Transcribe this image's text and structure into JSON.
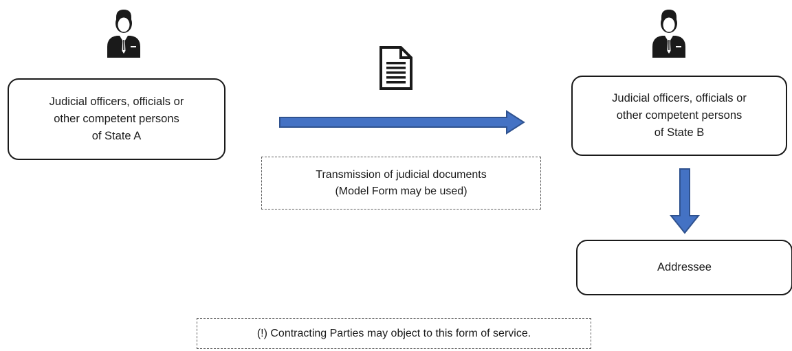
{
  "nodes": {
    "sender": {
      "label": "Judicial officers, officials or\nother competent persons\nof State A"
    },
    "receiver": {
      "label": "Judicial officers, officials or\nother competent persons\nof State B"
    },
    "addressee": {
      "label": "Addressee"
    }
  },
  "notes": {
    "transmission": "Transmission of judicial documents\n(Model Form may be used)",
    "objection": "(!) Contracting Parties may object to this form of service."
  },
  "colors": {
    "arrow_fill": "#4472c4",
    "arrow_stroke": "#2f528f",
    "ink": "#1a1a1a"
  },
  "icons": [
    "person-icon",
    "document-icon",
    "person-icon"
  ]
}
